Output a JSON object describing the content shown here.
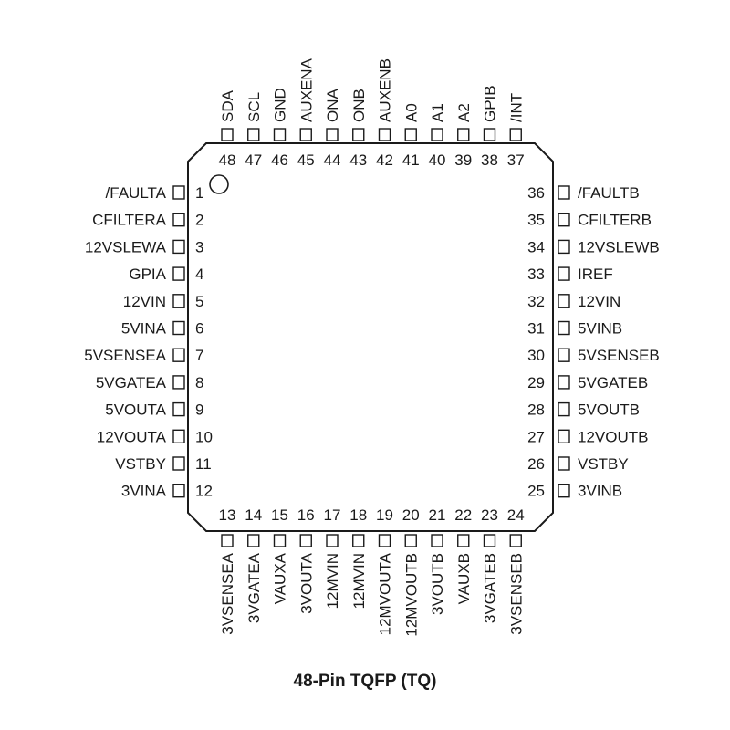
{
  "caption": "48-Pin TQFP (TQ)",
  "pins": {
    "left": [
      {
        "num": "1",
        "name": "/FAULTA"
      },
      {
        "num": "2",
        "name": "CFILTERA"
      },
      {
        "num": "3",
        "name": "12VSLEWA"
      },
      {
        "num": "4",
        "name": "GPIA"
      },
      {
        "num": "5",
        "name": "12VIN"
      },
      {
        "num": "6",
        "name": "5VINA"
      },
      {
        "num": "7",
        "name": "5VSENSEA"
      },
      {
        "num": "8",
        "name": "5VGATEA"
      },
      {
        "num": "9",
        "name": "5VOUTA"
      },
      {
        "num": "10",
        "name": "12VOUTA"
      },
      {
        "num": "11",
        "name": "VSTBY"
      },
      {
        "num": "12",
        "name": "3VINA"
      }
    ],
    "bottom": [
      {
        "num": "13",
        "name": "3VSENSEA"
      },
      {
        "num": "14",
        "name": "3VGATEA"
      },
      {
        "num": "15",
        "name": "VAUXA"
      },
      {
        "num": "16",
        "name": "3VOUTA"
      },
      {
        "num": "17",
        "name": "12MVIN"
      },
      {
        "num": "18",
        "name": "12MVIN"
      },
      {
        "num": "19",
        "name": "12MVOUTA"
      },
      {
        "num": "20",
        "name": "12MVOUTB"
      },
      {
        "num": "21",
        "name": "3VOUTB"
      },
      {
        "num": "22",
        "name": "VAUXB"
      },
      {
        "num": "23",
        "name": "3VGATEB"
      },
      {
        "num": "24",
        "name": "3VSENSEB"
      }
    ],
    "right": [
      {
        "num": "25",
        "name": "3VINB"
      },
      {
        "num": "26",
        "name": "VSTBY"
      },
      {
        "num": "27",
        "name": "12VOUTB"
      },
      {
        "num": "28",
        "name": "5VOUTB"
      },
      {
        "num": "29",
        "name": "5VGATEB"
      },
      {
        "num": "30",
        "name": "5VSENSEB"
      },
      {
        "num": "31",
        "name": "5VINB"
      },
      {
        "num": "32",
        "name": "12VIN"
      },
      {
        "num": "33",
        "name": "IREF"
      },
      {
        "num": "34",
        "name": "12VSLEWB"
      },
      {
        "num": "35",
        "name": "CFILTERB"
      },
      {
        "num": "36",
        "name": "/FAULTB"
      }
    ],
    "top": [
      {
        "num": "37",
        "name": "/INT"
      },
      {
        "num": "38",
        "name": "GPIB"
      },
      {
        "num": "39",
        "name": "A2"
      },
      {
        "num": "40",
        "name": "A1"
      },
      {
        "num": "41",
        "name": "A0"
      },
      {
        "num": "42",
        "name": "AUXENB"
      },
      {
        "num": "43",
        "name": "ONB"
      },
      {
        "num": "44",
        "name": "ONA"
      },
      {
        "num": "45",
        "name": "AUXENA"
      },
      {
        "num": "46",
        "name": "GND"
      },
      {
        "num": "47",
        "name": "SCL"
      },
      {
        "num": "48",
        "name": "SDA"
      }
    ]
  }
}
